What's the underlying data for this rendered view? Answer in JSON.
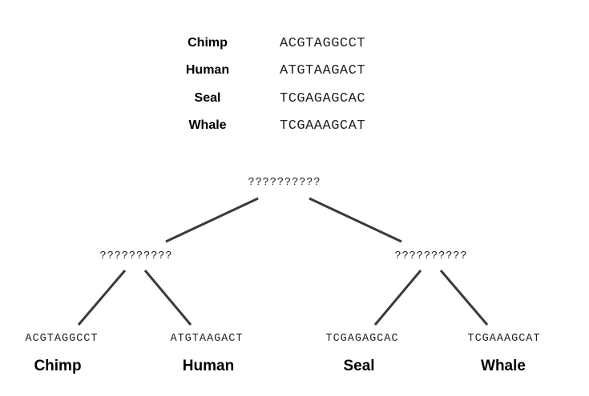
{
  "alignment": [
    {
      "species": "Chimp",
      "sequence": "ACGTAGGCCT"
    },
    {
      "species": "Human",
      "sequence": "ATGTAAGACT"
    },
    {
      "species": "Seal",
      "sequence": "TCGAGAGCAC"
    },
    {
      "species": "Whale",
      "sequence": "TCGAAAGCAT"
    }
  ],
  "tree": {
    "root": {
      "sequence": "??????????"
    },
    "left_internal": {
      "sequence": "??????????"
    },
    "right_internal": {
      "sequence": "??????????"
    },
    "leaves": [
      {
        "label": "Chimp",
        "sequence": "ACGTAGGCCT"
      },
      {
        "label": "Human",
        "sequence": "ATGTAAGACT"
      },
      {
        "label": "Seal",
        "sequence": "TCGAGAGCAC"
      },
      {
        "label": "Whale",
        "sequence": "TCGAAAGCAT"
      }
    ]
  },
  "colors": {
    "edge": "#3a3a3a",
    "text": "#000000"
  }
}
